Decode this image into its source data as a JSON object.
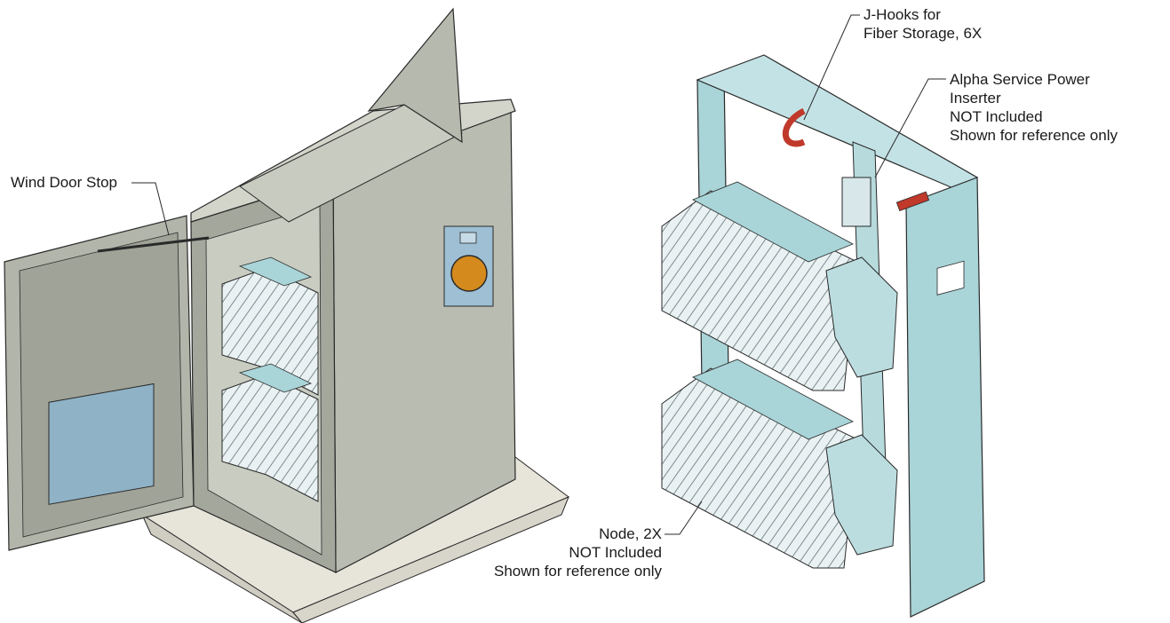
{
  "callouts": {
    "wind_door_stop": {
      "lines": [
        "Wind Door Stop"
      ]
    },
    "j_hooks": {
      "lines": [
        "J-Hooks for",
        "Fiber Storage, 6X"
      ]
    },
    "power_inserter": {
      "lines": [
        "Alpha Service Power",
        "Inserter",
        "NOT Included",
        "Shown for reference only"
      ]
    },
    "node": {
      "lines": [
        "Node, 2X",
        "NOT Included",
        "Shown for reference only"
      ]
    }
  },
  "colors": {
    "cabinet": "#b9bcb0",
    "cabinet_dark": "#9c9f94",
    "base": "#e7e4da",
    "node": "#d7e7ea",
    "bracket": "#a9d4d8",
    "hook": "#c0392b",
    "lens": "#d48a1c",
    "line": "#2a2a2a"
  }
}
